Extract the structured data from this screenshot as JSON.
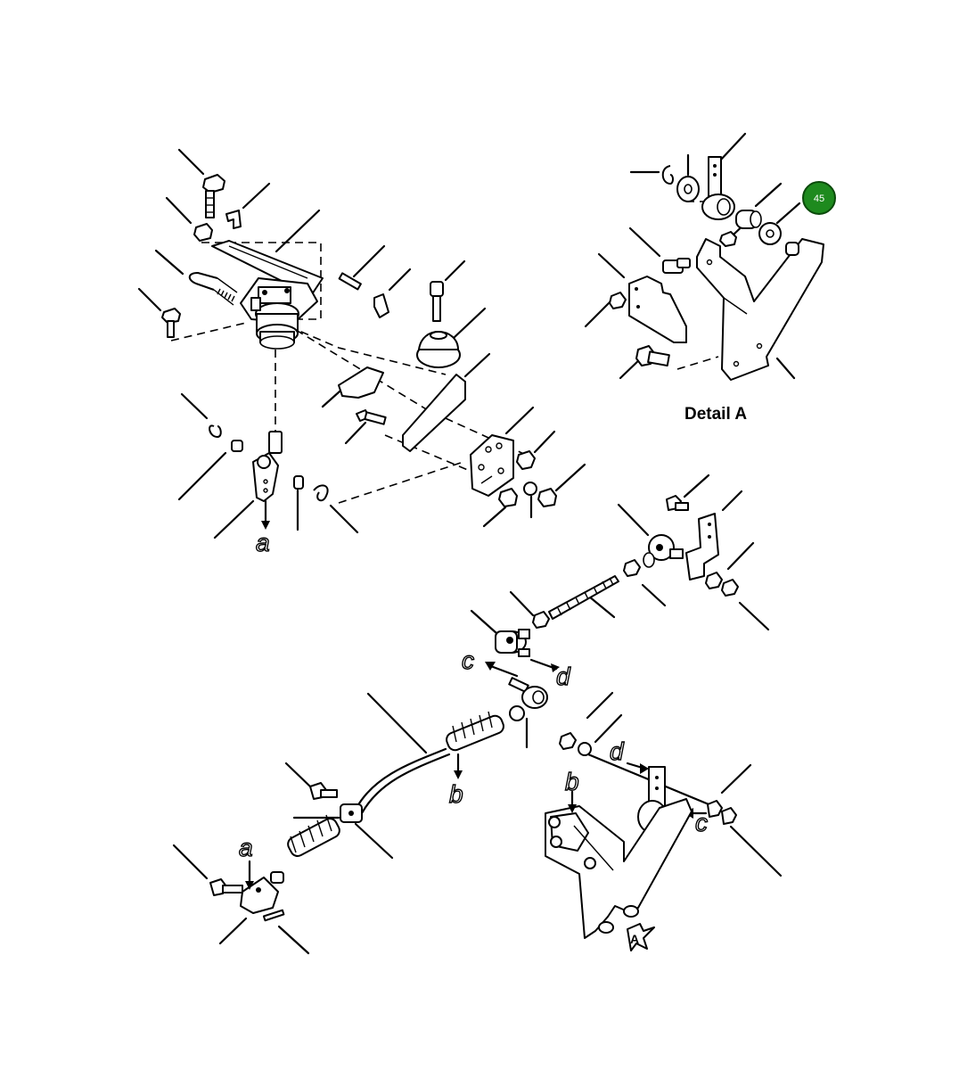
{
  "diagram": {
    "detail_label": "Detail A",
    "callout_number": "45",
    "callout_color": "#1e8a1e",
    "ref_letters": {
      "a_top": "a",
      "a_bottom": "a",
      "b_cable": "b",
      "b_bracket": "b",
      "c_center": "c",
      "c_right": "c",
      "d_center": "d",
      "d_bracket": "d"
    },
    "view_marker": "A"
  }
}
